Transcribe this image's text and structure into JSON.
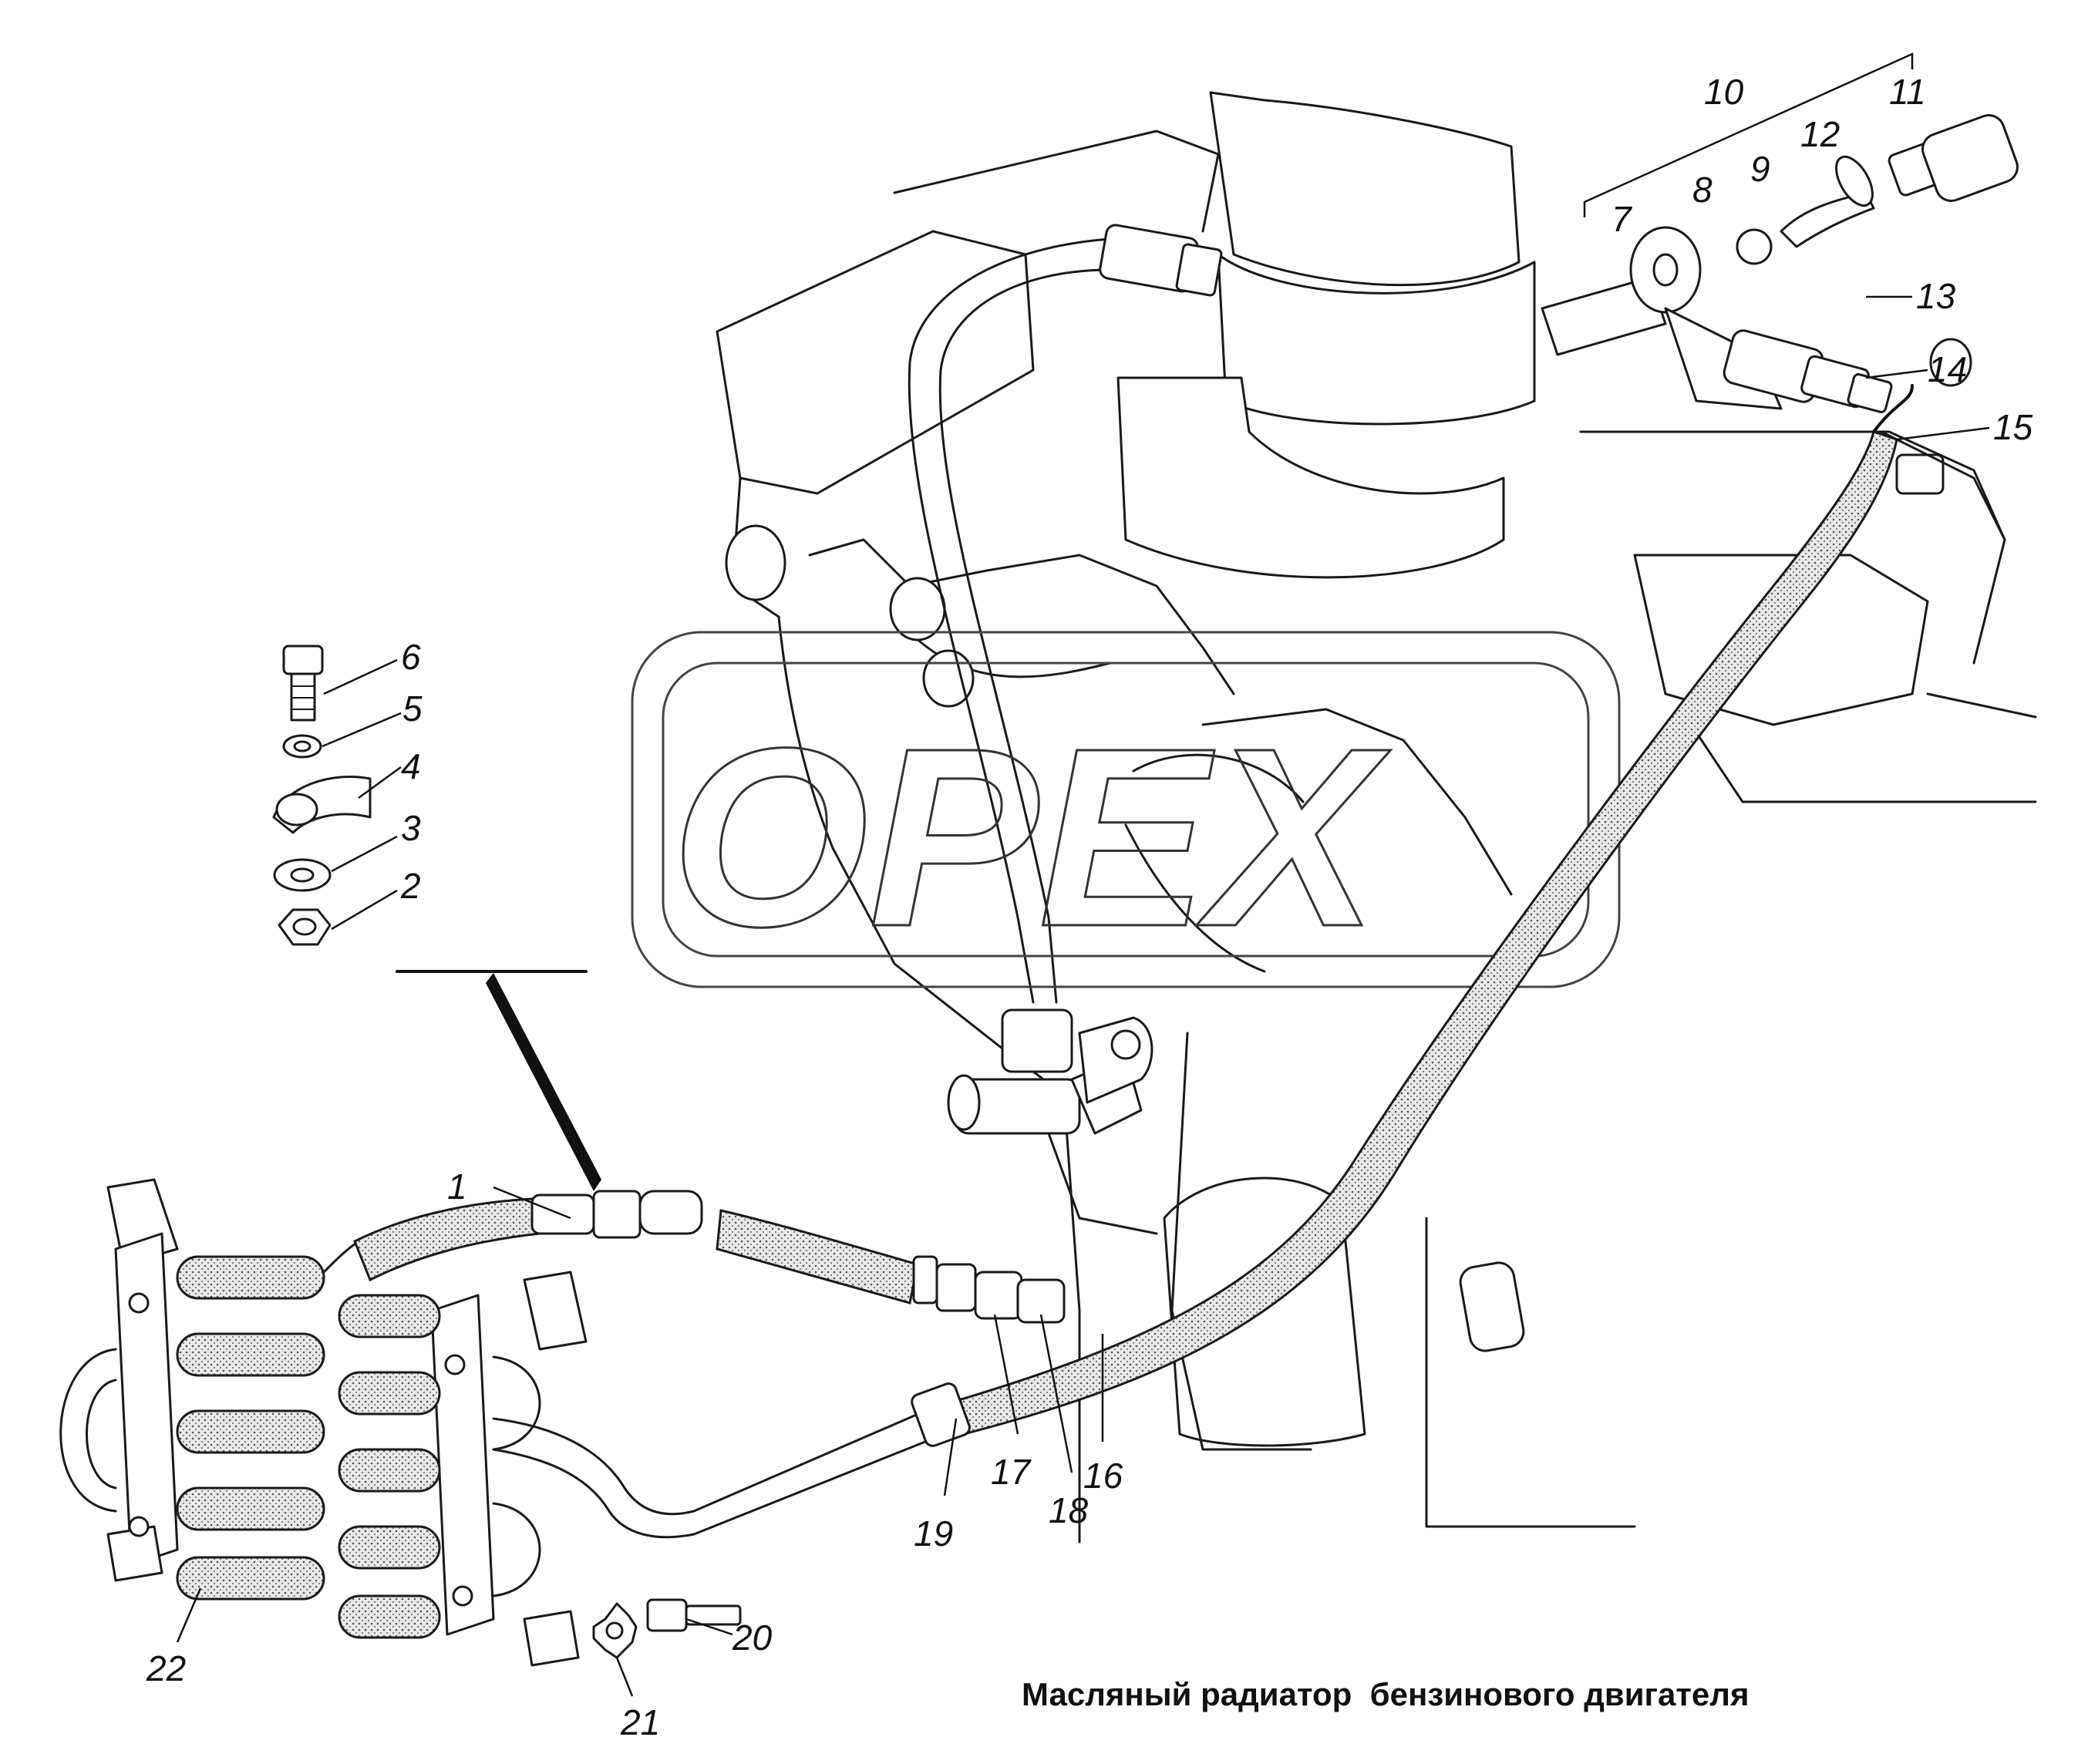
{
  "caption": "Масляный радиатор  бензинового двигателя",
  "watermark": "OPEX",
  "callouts": {
    "c1": "1",
    "c2": "2",
    "c3": "3",
    "c4": "4",
    "c5": "5",
    "c6": "6",
    "c7": "7",
    "c8": "8",
    "c9": "9",
    "c10": "10",
    "c11": "11",
    "c12": "12",
    "c13": "13",
    "c14": "14",
    "c15": "15",
    "c16": "16",
    "c17": "17",
    "c18": "18",
    "c19": "19",
    "c20": "20",
    "c21": "21",
    "c22": "22"
  }
}
